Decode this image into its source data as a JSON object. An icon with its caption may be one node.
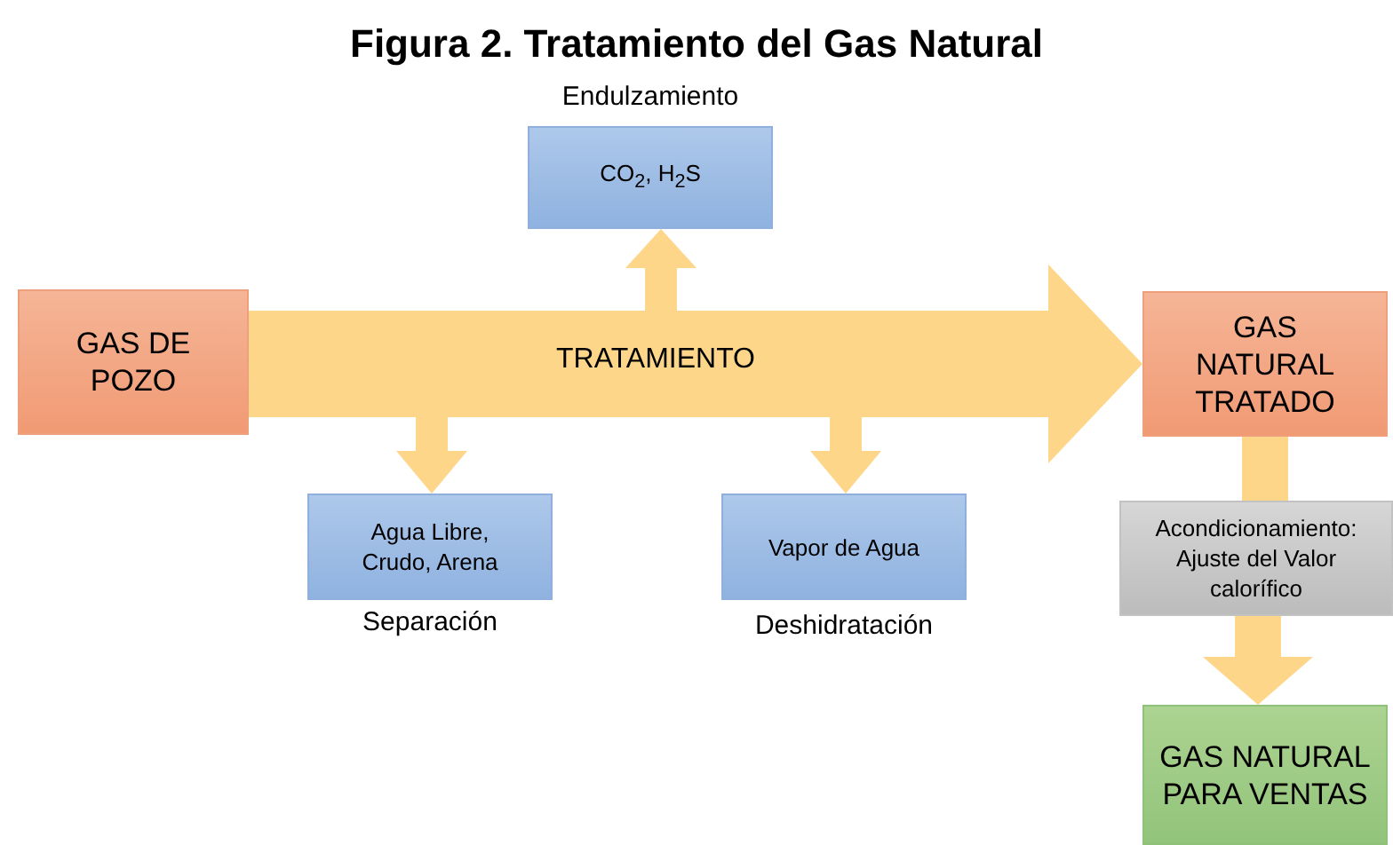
{
  "diagram": {
    "title": "Figura 2. Tratamiento del Gas Natural",
    "nodes": [
      {
        "text": [
          "GAS DE POZO"
        ]
      },
      {
        "text": [
          "CO$_{2}$, H$_{2}$S"
        ],
        "beside": [
          "Endulzamiento"
        ]
      },
      {
        "text": [
          "Agua Libre, Crudo, Arena"
        ],
        "beside": [
          "Separación"
        ]
      },
      {
        "text": [
          "Vapor de Agua"
        ],
        "beside": [
          "Deshidratación"
        ]
      },
      {
        "text": [
          "GAS NATURAL TRATADO"
        ]
      },
      {
        "text": [
          "Acondicionamiento: Ajuste del Valor calorífico"
        ]
      },
      {
        "text": [
          "GAS NATURAL PARA VENTAS"
        ]
      }
    ],
    "edges": [
      {
        "from": 0,
        "to": 4,
        "arrow": "to",
        "label": "TRATAMIENTO",
        "style": "thick"
      },
      {
        "from": null,
        "to": 1,
        "arrow": "to"
      },
      {
        "from": null,
        "to": 2,
        "arrow": "to"
      },
      {
        "from": null,
        "to": 3,
        "arrow": "to"
      },
      {
        "from": 4,
        "to": 5,
        "arrow": "none"
      },
      {
        "from": 5,
        "to": 6,
        "arrow": "to"
      }
    ]
  }
}
